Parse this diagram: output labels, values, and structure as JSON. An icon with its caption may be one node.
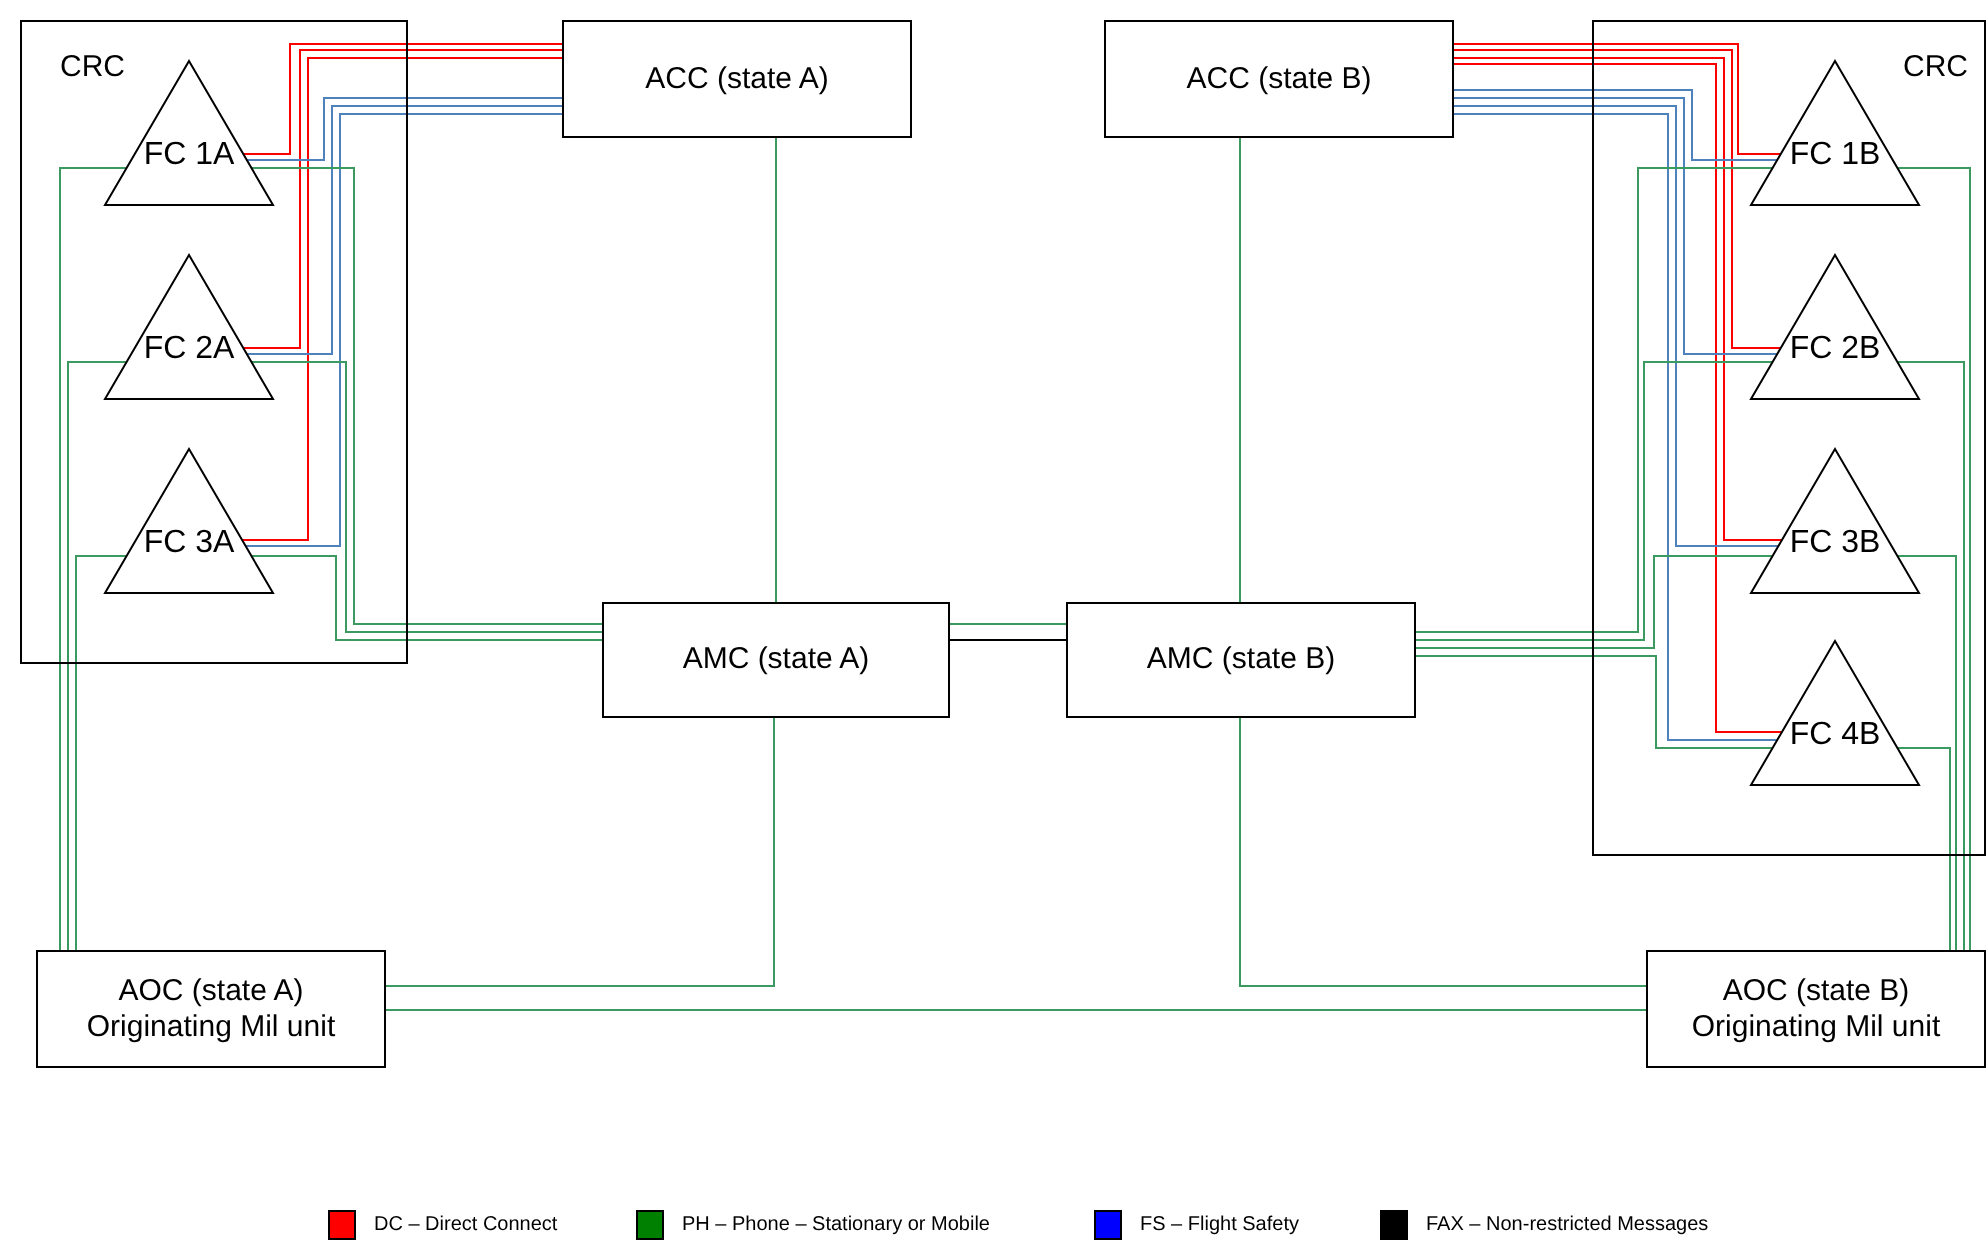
{
  "diagram": {
    "nodes": [
      {
        "text": [
          "CRC"
        ]
      },
      {
        "text": [
          "FC 1A"
        ],
        "in": 0
      },
      {
        "text": [
          "FC 2A"
        ],
        "in": 0
      },
      {
        "text": [
          "FC 3A"
        ],
        "in": 0
      },
      {
        "text": [
          "ACC (state A)"
        ]
      },
      {
        "text": [
          "ACC (state B)"
        ]
      },
      {
        "text": [
          "CRC"
        ]
      },
      {
        "text": [
          "FC 1B"
        ],
        "in": 6
      },
      {
        "text": [
          "FC 2B"
        ],
        "in": 6
      },
      {
        "text": [
          "FC 3B"
        ],
        "in": 6
      },
      {
        "text": [
          "FC 4B"
        ],
        "in": 6
      },
      {
        "text": [
          "AMC (state A)"
        ]
      },
      {
        "text": [
          "AMC (state B)"
        ]
      },
      {
        "text": [
          "AOC (state A)",
          "Originating Mil unit"
        ]
      },
      {
        "text": [
          "AOC (state B)",
          "Originating Mil unit"
        ]
      }
    ],
    "edges": [
      {
        "from": 1,
        "to": 4,
        "arrow": "none",
        "color": "#ff0000"
      },
      {
        "from": 2,
        "to": 4,
        "arrow": "none",
        "color": "#ff0000"
      },
      {
        "from": 3,
        "to": 4,
        "arrow": "none",
        "color": "#ff0000"
      },
      {
        "from": 1,
        "to": 4,
        "arrow": "none",
        "color": "#4f81bd"
      },
      {
        "from": 2,
        "to": 4,
        "arrow": "none",
        "color": "#4f81bd"
      },
      {
        "from": 3,
        "to": 4,
        "arrow": "none",
        "color": "#4f81bd"
      },
      {
        "from": 1,
        "to": 11,
        "arrow": "none"
      },
      {
        "from": 2,
        "to": 11,
        "arrow": "none"
      },
      {
        "from": 3,
        "to": 11,
        "arrow": "none"
      },
      {
        "from": 1,
        "to": 13,
        "arrow": "none"
      },
      {
        "from": 2,
        "to": 13,
        "arrow": "none"
      },
      {
        "from": 3,
        "to": 13,
        "arrow": "none"
      },
      {
        "from": 4,
        "to": 11,
        "arrow": "none"
      },
      {
        "from": 11,
        "to": 13,
        "arrow": "none"
      },
      {
        "from": 11,
        "to": 12,
        "arrow": "none"
      },
      {
        "from": 11,
        "to": 12,
        "arrow": "none",
        "color": "#000000"
      },
      {
        "from": 13,
        "to": 14,
        "arrow": "none"
      },
      {
        "from": 5,
        "to": 12,
        "arrow": "none"
      },
      {
        "from": 12,
        "to": 14,
        "arrow": "none"
      },
      {
        "from": 5,
        "to": 7,
        "arrow": "none",
        "color": "#ff0000"
      },
      {
        "from": 5,
        "to": 8,
        "arrow": "none",
        "color": "#ff0000"
      },
      {
        "from": 5,
        "to": 9,
        "arrow": "none",
        "color": "#ff0000"
      },
      {
        "from": 5,
        "to": 10,
        "arrow": "none",
        "color": "#ff0000"
      },
      {
        "from": 5,
        "to": 7,
        "arrow": "none",
        "color": "#4f81bd"
      },
      {
        "from": 5,
        "to": 8,
        "arrow": "none",
        "color": "#4f81bd"
      },
      {
        "from": 5,
        "to": 9,
        "arrow": "none",
        "color": "#4f81bd"
      },
      {
        "from": 5,
        "to": 10,
        "arrow": "none",
        "color": "#4f81bd"
      },
      {
        "from": 12,
        "to": 7,
        "arrow": "none"
      },
      {
        "from": 12,
        "to": 8,
        "arrow": "none"
      },
      {
        "from": 12,
        "to": 9,
        "arrow": "none"
      },
      {
        "from": 12,
        "to": 10,
        "arrow": "none"
      },
      {
        "from": 7,
        "to": 14,
        "arrow": "none"
      },
      {
        "from": 8,
        "to": 14,
        "arrow": "none"
      },
      {
        "from": 9,
        "to": 14,
        "arrow": "none"
      },
      {
        "from": 10,
        "to": 14,
        "arrow": "none"
      }
    ],
    "legend": [
      {
        "text": "DC – Direct Connect",
        "color": "#ff0000"
      },
      {
        "text": "PH – Phone – Stationary or Mobile",
        "color": "#008000"
      },
      {
        "text": "FS – Flight Safety",
        "color": "#0000ff"
      },
      {
        "text": "FAX – Non-restricted Messages",
        "color": "#000000"
      }
    ]
  }
}
